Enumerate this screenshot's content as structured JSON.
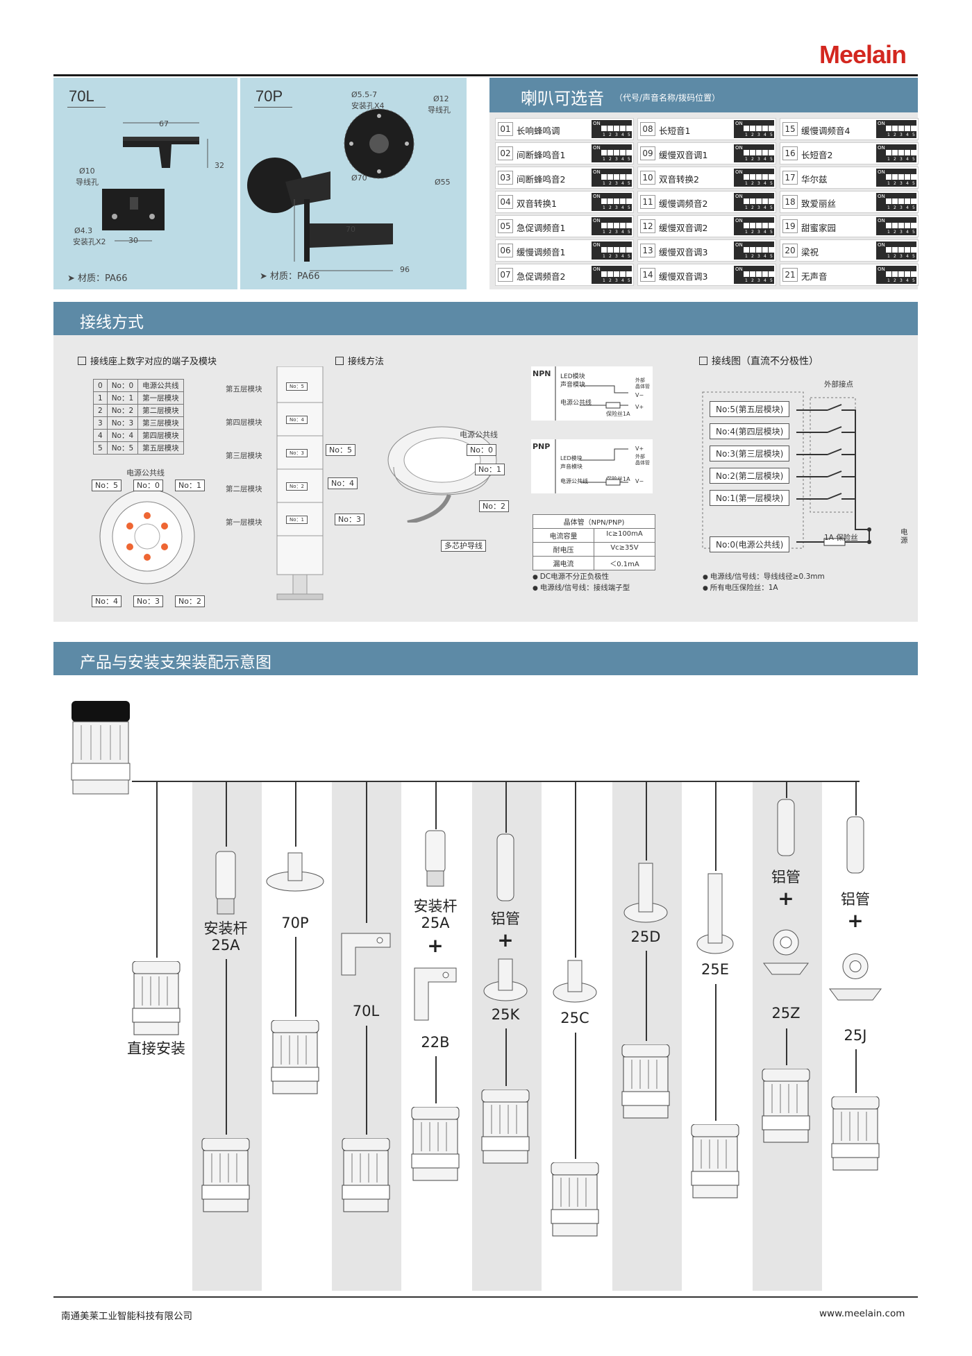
{
  "brand": {
    "logo": "Meelain"
  },
  "mount70L": {
    "title": "70L",
    "dim_w": "67",
    "dim_h": "32",
    "hole_label": "Ø10",
    "hole_sub": "导线孔",
    "mount_label": "Ø4.3",
    "mount_sub": "安装孔X2",
    "dim_30": "30",
    "material": "材质：PA66"
  },
  "mount70P": {
    "title": "70P",
    "hole1": "Ø5.5-7",
    "hole1_sub": "安装孔X4",
    "hole2": "Ø12",
    "hole2_sub": "导线孔",
    "d70": "Ø70",
    "d55": "Ø55",
    "h70": "70",
    "w96": "96",
    "material": "材质：PA66"
  },
  "sounds": {
    "title": "喇叭可选音",
    "subtitle": "（代号/声音名称/拨码位置）",
    "dip_on": "ON",
    "dip_nums": [
      "1",
      "2",
      "3",
      "4",
      "5"
    ],
    "items": [
      {
        "code": "01",
        "name": "长响蜂鸣调"
      },
      {
        "code": "02",
        "name": "间断蜂鸣音1"
      },
      {
        "code": "03",
        "name": "间断蜂鸣音2"
      },
      {
        "code": "04",
        "name": "双音转换1"
      },
      {
        "code": "05",
        "name": "急促调频音1"
      },
      {
        "code": "06",
        "name": "缓慢调频音1"
      },
      {
        "code": "07",
        "name": "急促调频音2"
      },
      {
        "code": "08",
        "name": "长短音1"
      },
      {
        "code": "09",
        "name": "缓慢双音调1"
      },
      {
        "code": "10",
        "name": "双音转换2"
      },
      {
        "code": "11",
        "name": "缓慢调频音2"
      },
      {
        "code": "12",
        "name": "缓慢双音调2"
      },
      {
        "code": "13",
        "name": "缓慢双音调3"
      },
      {
        "code": "14",
        "name": "缓慢双音调3"
      },
      {
        "code": "15",
        "name": "缓慢调频音4"
      },
      {
        "code": "16",
        "name": "长短音2"
      },
      {
        "code": "17",
        "name": "华尔兹"
      },
      {
        "code": "18",
        "name": "致爱丽丝"
      },
      {
        "code": "19",
        "name": "甜蜜家园"
      },
      {
        "code": "20",
        "name": "梁祝"
      },
      {
        "code": "21",
        "name": "无声音"
      }
    ]
  },
  "wiring": {
    "title": "接线方式",
    "terminal_title": "接线座上数字对应的端子及模块",
    "terminal_rows": [
      [
        "0",
        "No：0",
        "电源公共线"
      ],
      [
        "1",
        "No：1",
        "第一层模块"
      ],
      [
        "2",
        "No：2",
        "第二层模块"
      ],
      [
        "3",
        "No：3",
        "第三层模块"
      ],
      [
        "4",
        "No：4",
        "第四层模块"
      ],
      [
        "5",
        "No：5",
        "第五层模块"
      ]
    ],
    "common_line": "电源公共线",
    "base_labels": [
      "No：5",
      "No：0",
      "No：1",
      "No：4",
      "No：3",
      "No：2"
    ],
    "method_title": "接线方法",
    "layers": [
      "第五层模块",
      "第四层模块",
      "第三层模块",
      "第二层模块",
      "第一层模块"
    ],
    "layer_nos": [
      "No：5",
      "No：4",
      "No：3",
      "No：2",
      "No：1"
    ],
    "socket_labels": [
      "电源公共线",
      "No：5",
      "No：0",
      "No：1",
      "No：4",
      "No：2",
      "No：3",
      "多芯护导线"
    ],
    "npn": {
      "tag": "NPN",
      "led": "LED模块",
      "sound": "声音模块",
      "common": "电源公共线",
      "fuse": "保险丝1A",
      "ext": "外部",
      "transistor": "晶体管",
      "vminus": "V−",
      "vplus": "V+"
    },
    "pnp": {
      "tag": "PNP",
      "led": "LED模块",
      "sound": "声音模块",
      "common": "电源公共线",
      "fuse": "保险丝1A",
      "ext": "外部",
      "transistor": "晶体管",
      "vplus": "V+",
      "vminus": "V−"
    },
    "spec": {
      "title": "晶体管（NPN/PNP)",
      "rows": [
        [
          "电流容量",
          "Ic≥100mA"
        ],
        [
          "耐电压",
          "Vc≥35V"
        ],
        [
          "漏电流",
          "＜0.1mA"
        ]
      ]
    },
    "notes_left": [
      "DC电源不分正负极性",
      "电源线/信号线：接线端子型"
    ],
    "diagram_title": "接线图（直流不分极性）",
    "contacts": "外部接点",
    "boxes": [
      "No:5(第五层模块)",
      "No:4(第四层模块)",
      "No:3(第三层模块)",
      "No:2(第二层模块)",
      "No:1(第一层模块)",
      "No:0(电源公共线)"
    ],
    "fuse": "1A  保险丝",
    "power": "电源",
    "notes_right": [
      "电源线/信号线：导线线径≥0.3mm",
      "所有电压保险丝：1A"
    ]
  },
  "assembly": {
    "title": "产品与安装支架装配示意图",
    "items": [
      {
        "id": "direct",
        "label": "直接安装"
      },
      {
        "id": "25A",
        "label1": "安装杆",
        "label2": "25A"
      },
      {
        "id": "70P",
        "label": "70P"
      },
      {
        "id": "70L",
        "label": "70L"
      },
      {
        "id": "25A22B",
        "label1": "安装杆",
        "label2": "25A",
        "plus": "+",
        "label3": "22B"
      },
      {
        "id": "25K",
        "label1": "铝管",
        "plus": "+",
        "label2": "25K"
      },
      {
        "id": "25C",
        "label": "25C"
      },
      {
        "id": "25D",
        "label": "25D"
      },
      {
        "id": "25E",
        "label": "25E"
      },
      {
        "id": "25Z",
        "label1": "铝管",
        "plus": "+",
        "label2": "25Z"
      },
      {
        "id": "25J",
        "label1": "铝管",
        "plus": "+",
        "label2": "25J"
      }
    ]
  },
  "footer": {
    "company": "南通美莱工业智能科技有限公司",
    "website": "www.meelain.com"
  }
}
